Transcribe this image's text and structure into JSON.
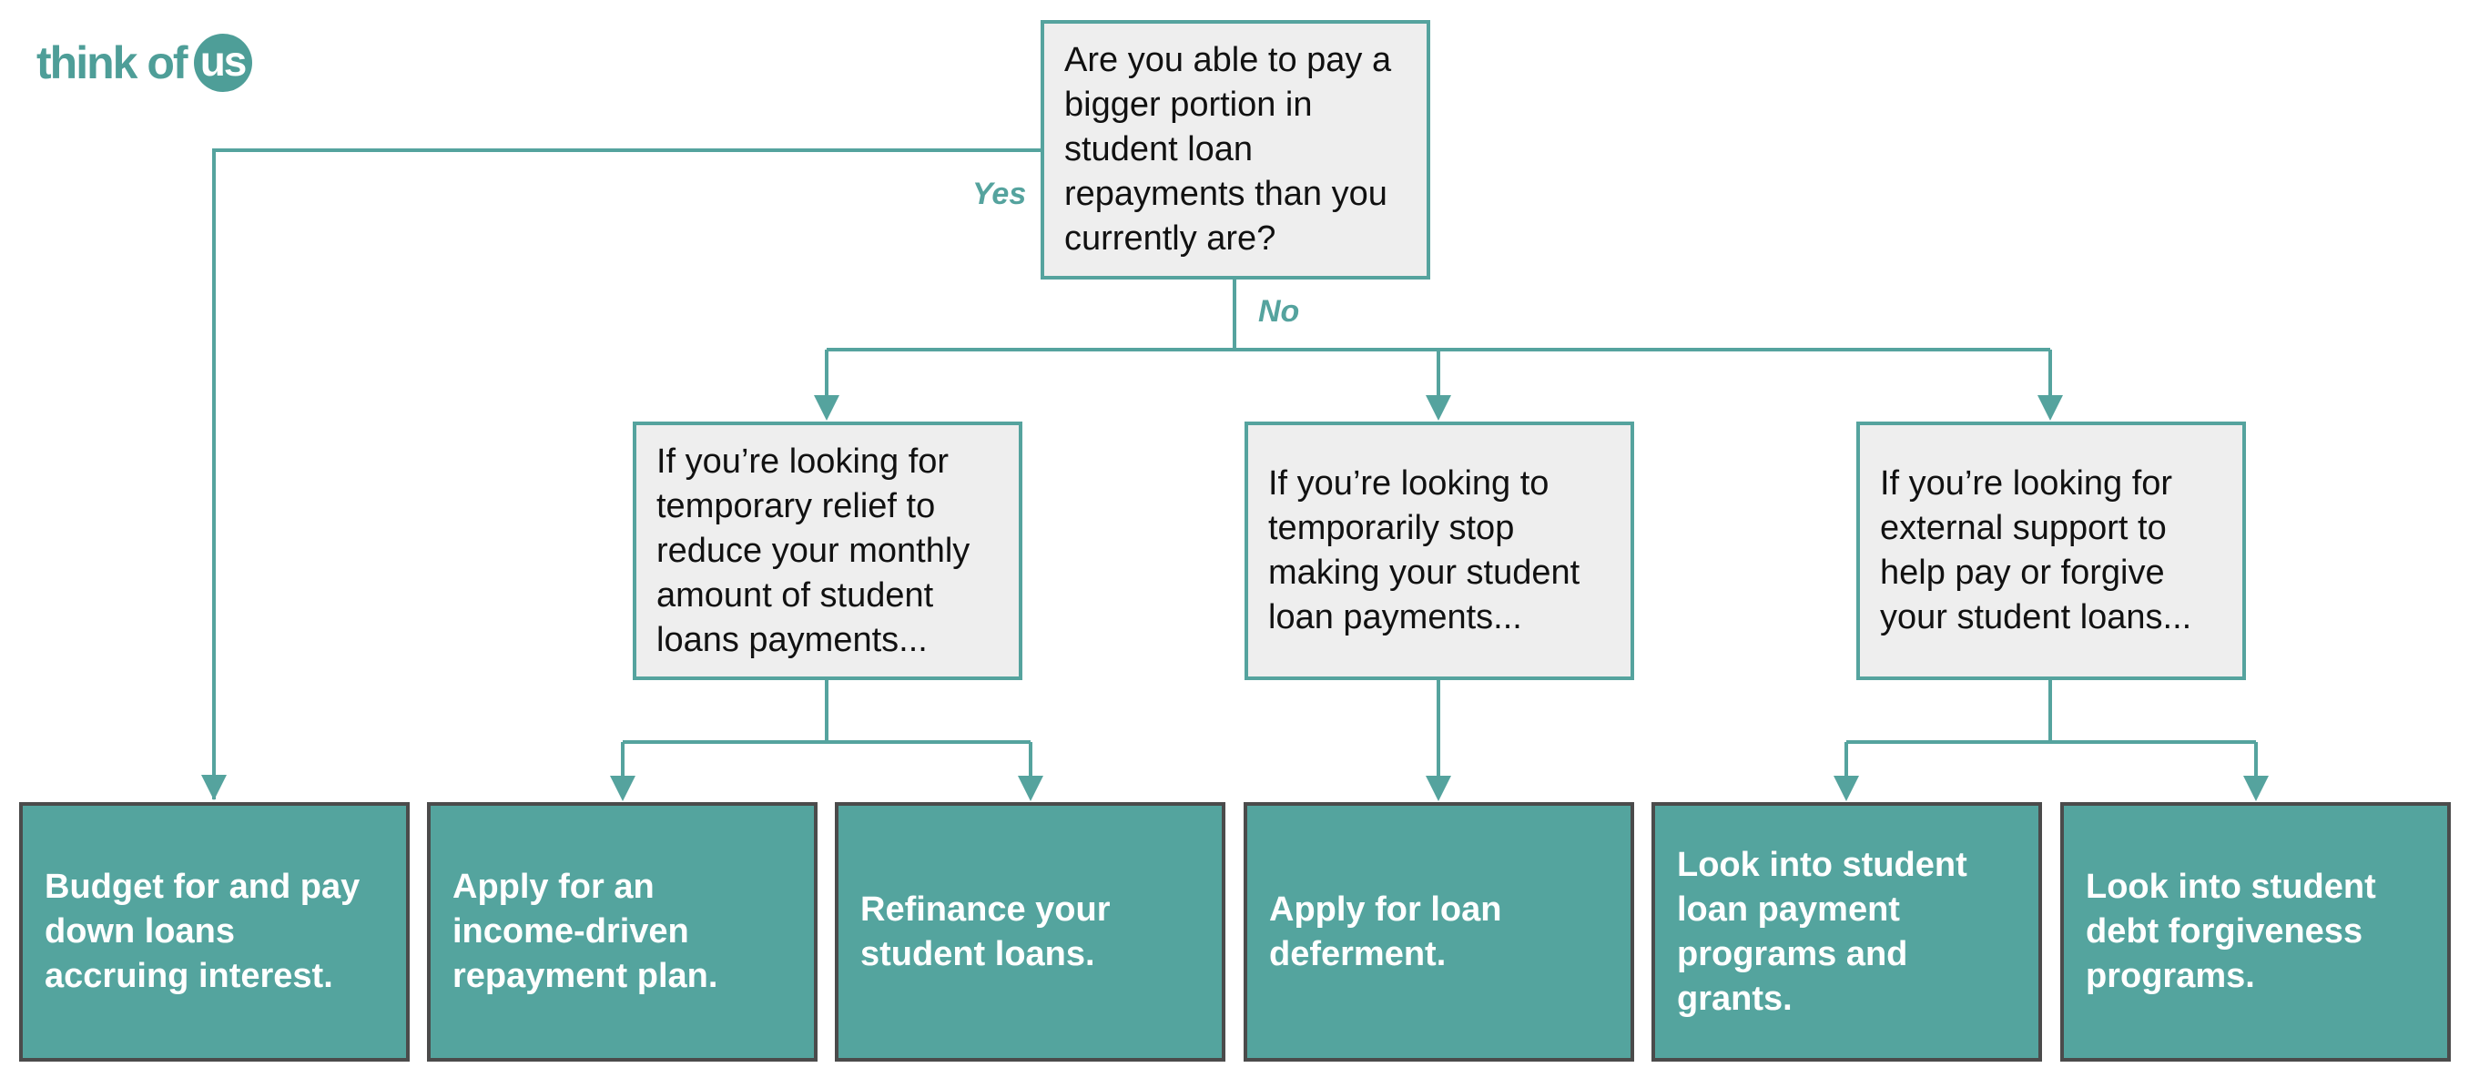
{
  "logo": {
    "text": "think of",
    "circle_text": "us"
  },
  "colors": {
    "teal": "#54a49e",
    "line": "#55a39e",
    "question_fill": "#eeeeee",
    "answer_border": "#4b4b4b"
  },
  "root_question": "Are you able to pay a bigger portion in student loan repayments than you currently are?",
  "edge_labels": {
    "yes": "Yes",
    "no": "No"
  },
  "questions": [
    "If you’re looking for temporary relief to reduce your monthly amount of student loans payments...",
    "If you’re looking to temporarily stop making your student loan payments...",
    "If you’re looking for external support to help pay or forgive your student loans..."
  ],
  "outcomes": [
    "Budget for and pay down loans accruing interest.",
    "Apply for an income-driven repayment plan.",
    "Refinance your student loans.",
    "Apply for loan deferment.",
    "Look into student loan payment programs and grants.",
    "Look into student debt forgiveness programs."
  ]
}
